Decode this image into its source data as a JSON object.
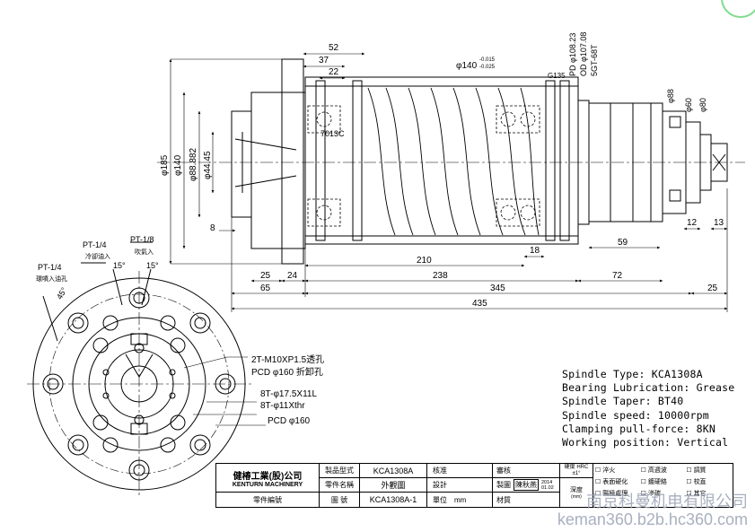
{
  "front_view": {
    "dims_top": [
      "52",
      "37",
      "22"
    ],
    "tolerance": {
      "nominal": "φ140",
      "upper": "-0.015",
      "lower": "-0.025"
    },
    "g135": "G135",
    "pd_od": [
      "PD φ108.23",
      "OD φ107.08",
      "5GT-68T"
    ],
    "right_dims": [
      "φ88",
      "φ60",
      "φ80"
    ],
    "left_dims": [
      "φ185",
      "φ140",
      "φ88.882",
      "φ44.45"
    ],
    "bearing_label": "7013C",
    "small_dims": [
      "8",
      "12",
      "13",
      "59",
      "18"
    ],
    "bottom_dims": [
      "210",
      "25",
      "24",
      "238",
      "72",
      "65",
      "345",
      "25",
      "435"
    ]
  },
  "end_view": {
    "ports": [
      {
        "code": "PT-1/4",
        "desc": "冷卻油入"
      },
      {
        "code": "PT-1/8",
        "desc": "吹氣入"
      },
      {
        "code": "PT-1/4",
        "desc": "環噴入油孔"
      }
    ],
    "angles": [
      "15°",
      "15°",
      "45°"
    ],
    "callouts": [
      "2T-M10XP1.5透孔",
      "PCD φ160 折卸孔",
      "8T-φ17.5X11L",
      "8T-φ11Xthr",
      "PCD φ160"
    ]
  },
  "specs": [
    "Spindle Type: KCA1308A",
    "Bearing Lubrication: Grease",
    "Spindle Taper: BT40",
    "Spindle speed: 10000rpm",
    "Clamping pull-force: 8KN",
    "Working position: Vertical"
  ],
  "title_block": {
    "company_cn": "健椿工業(股)公司",
    "company_en": "KENTURN MACHINERY",
    "product_model_label": "製品型式",
    "product_model": "KCA1308A",
    "part_name_label": "零件名稱",
    "part_name": "外觀圖",
    "part_number_label": "零件編號",
    "drawing_no_label": "圖 號",
    "drawing_no": "KCA1308A-1",
    "approve_label": "核准",
    "design_label": "設計",
    "unit_label": "單位",
    "unit": "mm",
    "review_label": "審核",
    "drawn_label": "製圖",
    "drawn_by": "陳秋燕",
    "date_year": "2014",
    "date_md": "01.02",
    "material_label": "材質",
    "hardness_label": "硬度 HRC",
    "hardness_tol": "±1°",
    "depth_label": "深度",
    "depth_unit": "(mm)",
    "process_options": [
      "淬火",
      "高週波",
      "調質",
      "表面硬化",
      "鍍硬鉻",
      "校直",
      "陽極處理",
      "滲碳",
      "其它"
    ]
  },
  "watermark": {
    "line1": "南京科曼机电有限公司",
    "line2": "keman360.b2b.hc360.com"
  }
}
